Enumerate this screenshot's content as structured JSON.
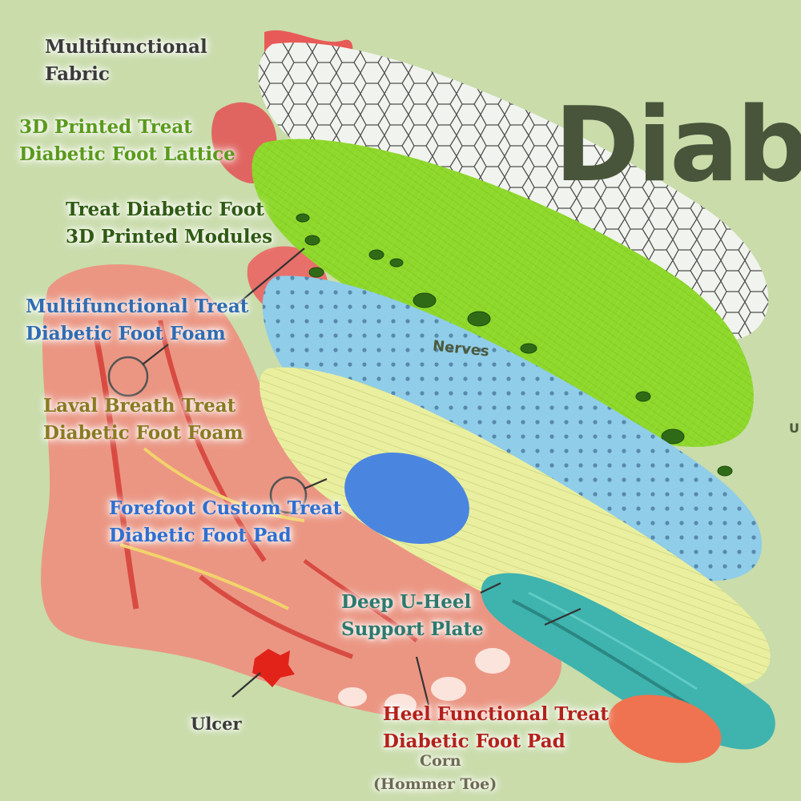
{
  "background_text": {
    "word": "Diab",
    "fragment_nerves": "Nerves",
    "fragment_u": "U"
  },
  "colors": {
    "background": "#c9dcaa",
    "fabric_layer": "#f1f3ee",
    "lattice_layer": "#8ed82b",
    "foam_layer": "#8fcde9",
    "breath_foam_layer": "#e9ef9f",
    "forefoot_pad": "#4a86e0",
    "u_heel_plate": "#3fb3ae",
    "heel_pad": "#ef7350",
    "foot": "#ee8f80",
    "ulcer": "#e2231a"
  },
  "labels": {
    "fabric": {
      "line1": "Multifunctional",
      "line2": "Fabric",
      "color": "#3a3a3a"
    },
    "lattice": {
      "line1": "3D Printed Treat",
      "line2": "Diabetic Foot Lattice",
      "color": "#5a9a1c"
    },
    "modules": {
      "line1": "Treat Diabetic Foot",
      "line2": "3D Printed Modules",
      "color": "#2f5a12"
    },
    "foam": {
      "line1": "Multifunctional Treat",
      "line2": "Diabetic Foot Foam",
      "color": "#2f6cb3"
    },
    "breath_foam": {
      "line1": "Laval Breath Treat",
      "line2": "Diabetic Foot Foam",
      "color": "#8a7a22"
    },
    "forefoot_pad": {
      "line1": "Forefoot Custom Treat",
      "line2": "Diabetic Foot Pad",
      "color": "#2f6fd0"
    },
    "u_heel": {
      "line1": "Deep U-Heel",
      "line2": "Support Plate",
      "color": "#2c7a6e"
    },
    "heel_pad": {
      "line1": "Heel Functional Treat",
      "line2": "Diabetic Foot Pad",
      "color": "#b3211b"
    },
    "ulcer": {
      "text": "Ulcer",
      "color": "#3a3a3a"
    },
    "corn": {
      "line1": "Corn",
      "line2": "(Hommer Toe)",
      "color": "#6e6a52"
    }
  }
}
